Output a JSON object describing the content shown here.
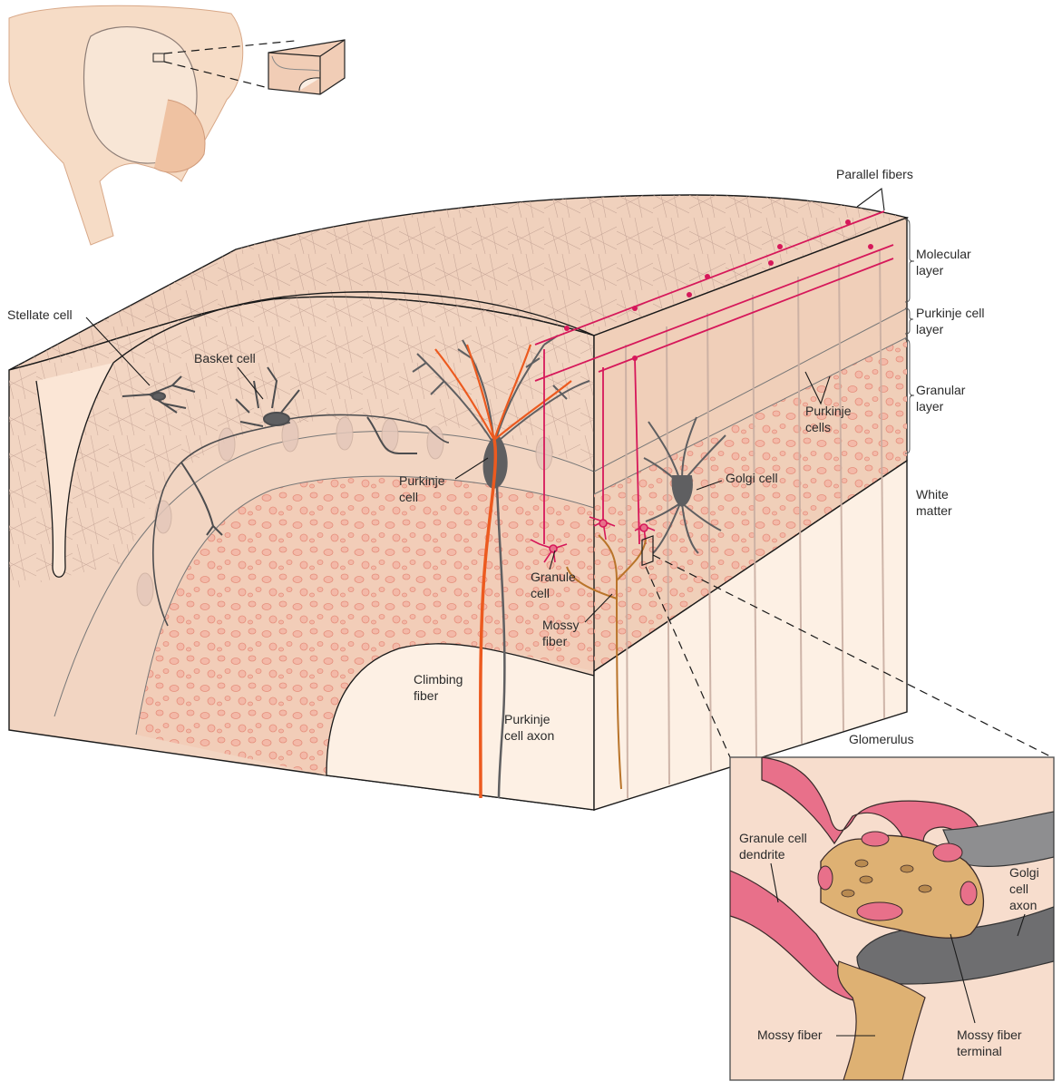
{
  "figure": {
    "subject": "Cerebellar cortex cell layers and glomerulus",
    "labels": {
      "parallel_fibers": "Parallel fibers",
      "molecular_layer": [
        "Molecular",
        "layer"
      ],
      "purkinje_cell_layer": [
        "Purkinje cell",
        "layer"
      ],
      "granular_layer": [
        "Granular",
        "layer"
      ],
      "white_matter": [
        "White",
        "matter"
      ],
      "stellate_cell": "Stellate cell",
      "basket_cell": "Basket cell",
      "purkinje_cell": [
        "Purkinje",
        "cell"
      ],
      "purkinje_cells": [
        "Purkinje",
        "cells"
      ],
      "golgi_cell": "Golgi cell",
      "granule_cell": [
        "Granule",
        "cell"
      ],
      "mossy_fiber": [
        "Mossy",
        "fiber"
      ],
      "climbing_fiber": [
        "Climbing",
        "fiber"
      ],
      "purkinje_cell_axon": [
        "Purkinje",
        "cell axon"
      ]
    },
    "inset": {
      "title": "Glomerulus",
      "labels": {
        "granule_cell_dendrite": [
          "Granule cell",
          "dendrite"
        ],
        "golgi_cell_axon": [
          "Golgi",
          "cell",
          "axon"
        ],
        "mossy_fiber": "Mossy fiber",
        "mossy_fiber_terminal": [
          "Mossy fiber",
          "terminal"
        ]
      }
    },
    "colors": {
      "tissue": "#f2d5c2",
      "tissue_light": "#fbeee3",
      "granule_blob": "#f3b9a8",
      "granule_outline": "#e58f7c",
      "climbing_fiber": "#ec5a1f",
      "parallel_fiber": "#d6185a",
      "mossy_fiber": "#b9742a",
      "neuron_gray": "#5f5f61",
      "dendrite_pink": "#e8708a",
      "terminal_tan": "#deb173"
    }
  }
}
